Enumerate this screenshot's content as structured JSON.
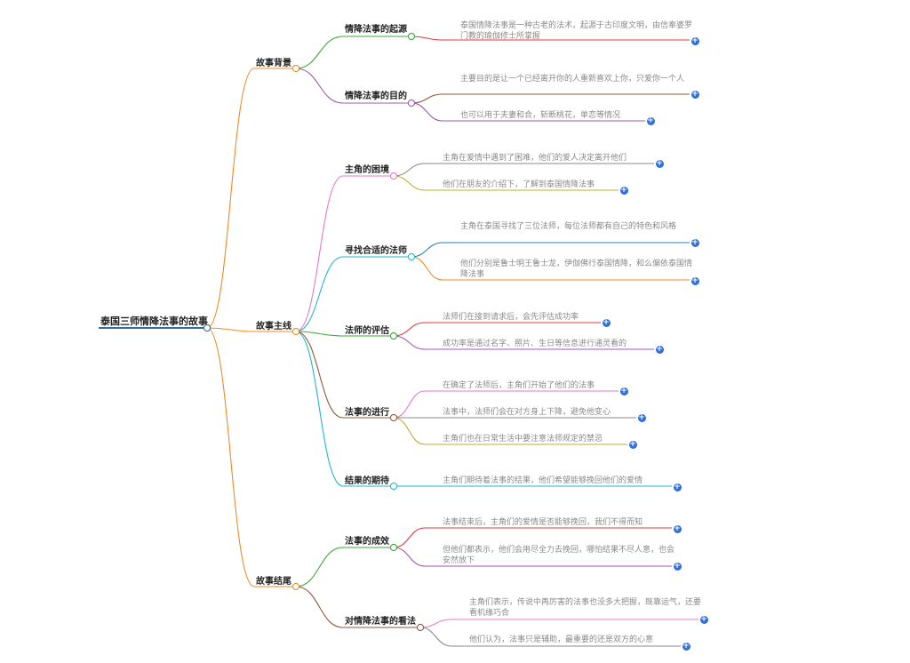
{
  "root": {
    "id": "root",
    "label": "泰国三师情降法事的故事"
  },
  "colors": {
    "root_underline": "#2f6f9f",
    "orange": "#f08a24",
    "green": "#3aa83a",
    "purple": "#9b59b6",
    "pink": "#e879c9",
    "teal": "#22b8c8",
    "brown": "#8b5a3c",
    "red": "#e0383f",
    "gray": "#888888",
    "olive": "#b8b030",
    "blue": "#2a7fb8",
    "plus": "#2f6fdc"
  },
  "icons": {
    "expand": "plus-circle-icon"
  },
  "branches": [
    {
      "id": "b1",
      "label": "故事背景",
      "children": [
        {
          "id": "b1c1",
          "label": "情降法事的起源",
          "leaves": [
            {
              "id": "l1",
              "text": "泰国情降法事是一种古老的法术，起源于古印度文明，由信奉婆罗门教的瑜伽修士所掌握"
            }
          ]
        },
        {
          "id": "b1c2",
          "label": "情降法事的目的",
          "leaves": [
            {
              "id": "l2",
              "text": "主要目的是让一个已经离开你的人重新喜欢上你，只爱你一个人"
            },
            {
              "id": "l3",
              "text": "也可以用于夫妻和合，斩断桃花，单恋等情况"
            }
          ]
        }
      ]
    },
    {
      "id": "b2",
      "label": "故事主线",
      "children": [
        {
          "id": "b2c1",
          "label": "主角的困境",
          "leaves": [
            {
              "id": "l4",
              "text": "主角在爱情中遇到了困难，他们的爱人决定离开他们"
            },
            {
              "id": "l5",
              "text": "他们在朋友的介绍下，了解到泰国情降法事"
            }
          ]
        },
        {
          "id": "b2c2",
          "label": "寻找合适的法师",
          "leaves": [
            {
              "id": "l6",
              "text": "主角在泰国寻找了三位法师，每位法师都有自己的特色和风格"
            },
            {
              "id": "l7",
              "text": "他们分别是鲁士明王鲁士龙，伊伽佛行泰国情降，和么偏依泰国情降法事"
            }
          ]
        },
        {
          "id": "b2c3",
          "label": "法师的评估",
          "leaves": [
            {
              "id": "l8",
              "text": "法师们在接到请求后，会先评估成功率"
            },
            {
              "id": "l9",
              "text": "成功率是通过名字、照片、生日等信息进行通灵看的"
            }
          ]
        },
        {
          "id": "b2c4",
          "label": "法事的进行",
          "leaves": [
            {
              "id": "l10",
              "text": "在确定了法师后，主角们开始了他们的法事"
            },
            {
              "id": "l11",
              "text": "法事中，法师们会在对方身上下降，避免他变心"
            },
            {
              "id": "l12",
              "text": "主角们也在日常生活中要注意法师规定的禁忌"
            }
          ]
        },
        {
          "id": "b2c5",
          "label": "结果的期待",
          "leaves": [
            {
              "id": "l13",
              "text": "主角们期待着法事的结果，他们希望能够挽回他们的爱情"
            }
          ]
        }
      ]
    },
    {
      "id": "b3",
      "label": "故事结尾",
      "children": [
        {
          "id": "b3c1",
          "label": "法事的成效",
          "leaves": [
            {
              "id": "l14",
              "text": "法事结束后，主角们的爱情是否能够挽回，我们不得而知"
            },
            {
              "id": "l15",
              "text": "但他们都表示，他们会用尽全力去挽回，哪怕结果不尽人意，也会安然放下"
            }
          ]
        },
        {
          "id": "b3c2",
          "label": "对情降法事的看法",
          "leaves": [
            {
              "id": "l16",
              "text": "主角们表示，传说中再厉害的法事也没多大把握，既靠运气，还要看机缘巧合"
            },
            {
              "id": "l17",
              "text": "他们认为，法事只是辅助，最重要的还是双方的心意"
            }
          ]
        }
      ]
    }
  ]
}
